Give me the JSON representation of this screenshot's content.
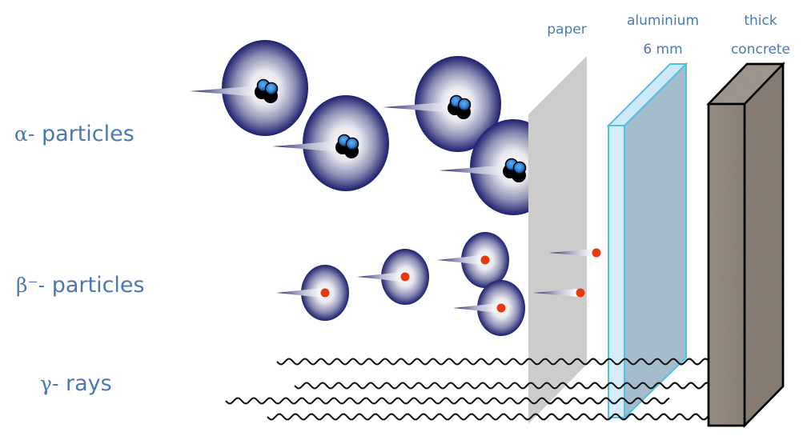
{
  "diagram": {
    "title": "Penetrating power of alpha, beta and gamma radiation",
    "radiation_labels": {
      "alpha": {
        "symbol": "α-",
        "text": "particles"
      },
      "beta": {
        "symbol": "β⁻-",
        "text": "particles"
      },
      "gamma": {
        "symbol": "γ-",
        "text": "rays"
      }
    },
    "barriers": [
      {
        "id": "paper",
        "label_lines": [
          "paper"
        ],
        "color": "#cccccc"
      },
      {
        "id": "aluminium",
        "label_lines": [
          "aluminium",
          "6 mm"
        ],
        "color": "#a4bccc",
        "edge_color": "#4ac3e8",
        "edge_fill": "#cfe9f7"
      },
      {
        "id": "concrete",
        "label_lines": [
          "thick",
          "concrete"
        ],
        "color": "#8f8479"
      }
    ],
    "particles": {
      "alpha_count": 4,
      "beta_count": 6,
      "gamma_count": 4,
      "alpha_stopped_by": "paper",
      "beta_stopped_by": "aluminium",
      "gamma_stopped_by": "concrete"
    },
    "colors": {
      "label_text": "#4a78b0",
      "atom_outer": "#1c1f6e",
      "atom_inner": "#ffffff",
      "proton": "#2f86d6",
      "neutron": "#000000",
      "electron": "#e8380e",
      "wave": "#111111"
    }
  }
}
